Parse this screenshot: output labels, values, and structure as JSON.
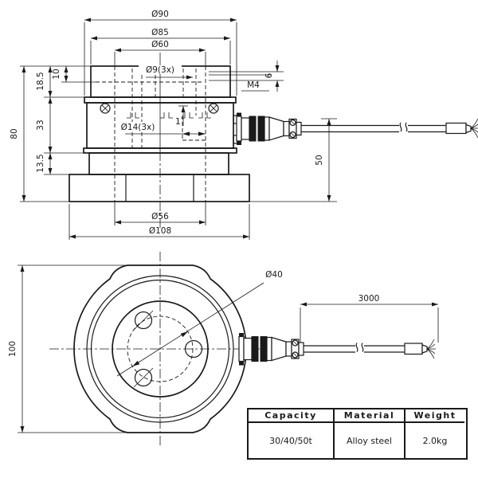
{
  "colors": {
    "line": "#1a1a1a",
    "background": "#ffffff"
  },
  "top_view": {
    "dims": {
      "d90": "Ø90",
      "d85": "Ø85",
      "d60": "Ø60",
      "d9_3x": "Ø9(3x)",
      "m4": "M4",
      "depth6": "6",
      "depth10": "10",
      "h18_5": "18.5",
      "h80": "80",
      "h33": "33",
      "h13_5": "13.5",
      "d14_3x": "Ø14(3x)",
      "gap1": "1",
      "h50": "50",
      "d56": "Ø56",
      "d108": "Ø108"
    }
  },
  "bottom_view": {
    "dims": {
      "d40": "Ø40",
      "cable_length": "3000",
      "h100": "100"
    }
  },
  "spec_table": {
    "headers": [
      "Capacity",
      "Material",
      "Weight"
    ],
    "rows": [
      [
        "30/40/50t",
        "Alloy steel",
        "2.0kg"
      ]
    ]
  }
}
